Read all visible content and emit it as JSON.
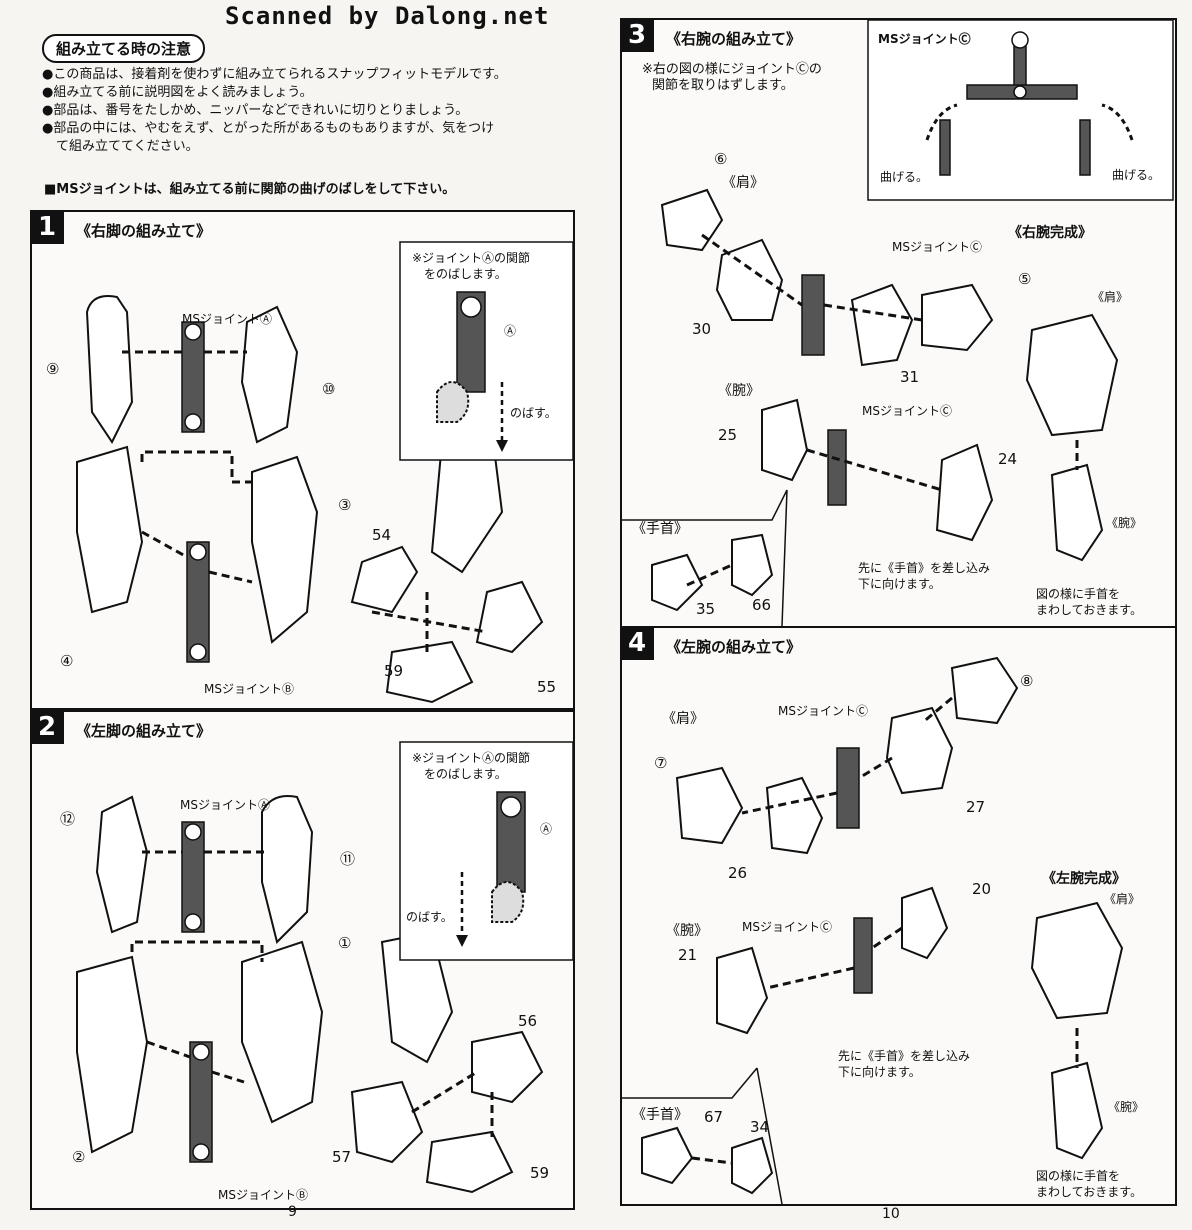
{
  "scan_credit": "Scanned by Dalong.net",
  "notes": {
    "title": "組み立てる時の注意",
    "items": [
      "●この商品は、接着剤を使わずに組み立てられるスナップフィットモデルです。",
      "●組み立てる前に説明図をよく読みましょう。",
      "●部品は、番号をたしかめ、ニッパーなどできれいに切りとりましょう。",
      "●部品の中には、やむをえず、とがった所があるものもありますが、気をつけ",
      "て組み立ててください。"
    ],
    "ms_joint_note": "■MSジョイントは、組み立てる前に関節の曲げのばしをして下さい。"
  },
  "step1": {
    "number": "1",
    "title": "《右脚の組み立て》",
    "inset_note": [
      "※ジョイントⒶの関節",
      "をのばします。"
    ],
    "inset_part": "Ⓐ",
    "inset_action": "のばす。",
    "joint_a": "MSジョイントⒶ",
    "joint_b": "MSジョイントⒷ",
    "parts": [
      "⑨",
      "⑩",
      "③",
      "④",
      "54",
      "55",
      "59"
    ]
  },
  "step2": {
    "number": "2",
    "title": "《左脚の組み立て》",
    "inset_note": [
      "※ジョイントⒶの関節",
      "をのばします。"
    ],
    "inset_part": "Ⓐ",
    "inset_action": "のばす。",
    "joint_a": "MSジョイントⒶ",
    "joint_b": "MSジョイントⒷ",
    "parts": [
      "⑫",
      "⑪",
      "①",
      "②",
      "56",
      "57",
      "59"
    ]
  },
  "step3": {
    "number": "3",
    "title": "《右腕の組み立て》",
    "note": [
      "※右の図の様にジョイントⒸの",
      "関節を取りはずします。"
    ],
    "inset_title": "MSジョイントⒸ",
    "bend_left": "曲げる。",
    "bend_right": "曲げる。",
    "shoulder": "《肩》",
    "arm": "《腕》",
    "wrist": "《手首》",
    "joint_c": "MSジョイントⒸ",
    "complete": "《右腕完成》",
    "complete_shoulder": "《肩》",
    "complete_arm": "《腕》",
    "wrist_note": [
      "先に《手首》を差し込み",
      "下に向けます。"
    ],
    "rotate_note": [
      "図の様に手首を",
      "まわしておきます。"
    ],
    "parts": [
      "⑥",
      "30",
      "⑤",
      "31",
      "25",
      "24",
      "35",
      "66"
    ]
  },
  "step4": {
    "number": "4",
    "title": "《左腕の組み立て》",
    "shoulder": "《肩》",
    "arm": "《腕》",
    "wrist": "《手首》",
    "joint_c": "MSジョイントⒸ",
    "complete": "《左腕完成》",
    "complete_shoulder": "《肩》",
    "complete_arm": "《腕》",
    "wrist_note": [
      "先に《手首》を差し込み",
      "下に向けます。"
    ],
    "rotate_note": [
      "図の様に手首を",
      "まわしておきます。"
    ],
    "parts": [
      "⑧",
      "⑦",
      "27",
      "26",
      "20",
      "21",
      "67",
      "34"
    ]
  },
  "page_left": "9",
  "page_right": "10"
}
